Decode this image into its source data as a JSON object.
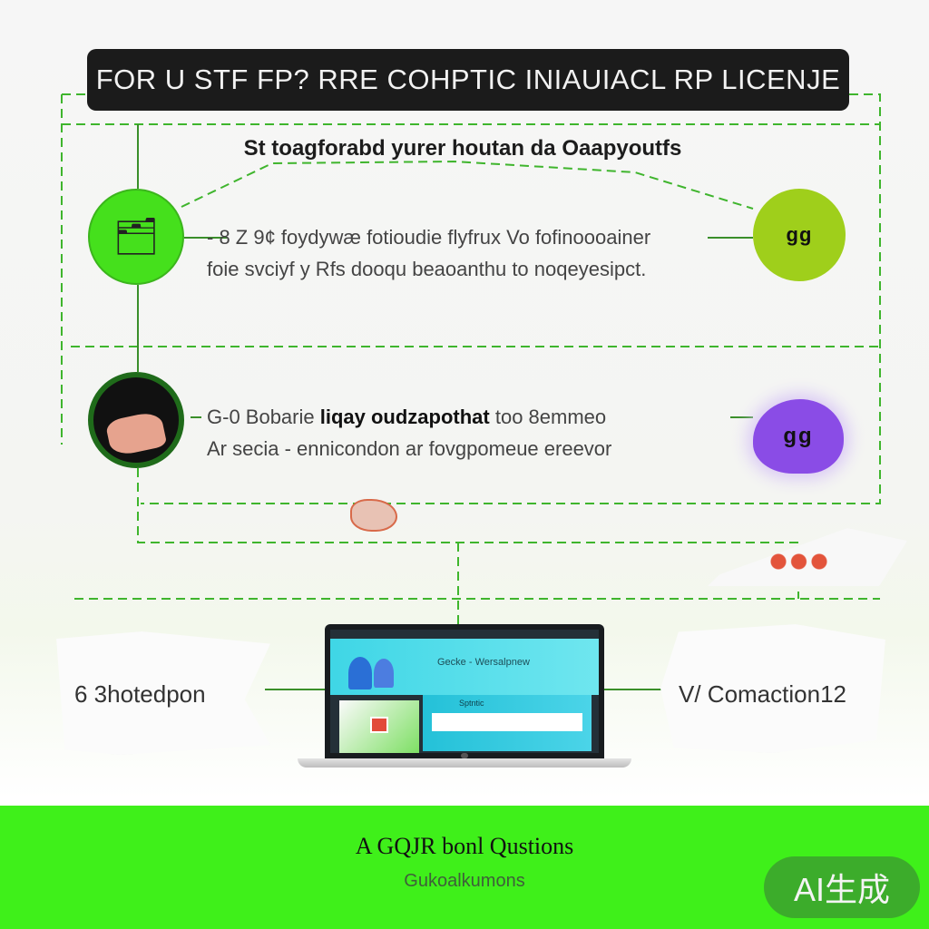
{
  "header": {
    "title": "FOR U STF FP? RRE COHPTIC INIAUIACL   RP  LICENJE"
  },
  "subtitle": "St toagforabd yurer houtan da Oaapyoutfs",
  "rows": [
    {
      "line1": "- 8 Z 9¢ foydywæ fotioudie flyfrux Vo fofinoooainer",
      "line2": "foie svciyf y Rfs dooqu beaoanthu to noqeyesipct.",
      "left_icon": "document-icon",
      "right_text": "gg"
    },
    {
      "line1_prefix": "G-0 Bobarie ",
      "line1_bold": "liqay oudzapothat",
      "line1_suffix": " too 8emmeo",
      "line2": "Ar secia - ennicondon ar fovgpomeue ereevor",
      "left_icon": "scene-icon",
      "right_text": "gg"
    }
  ],
  "left_card": "6 3hotedpon",
  "right_card": "V/ Comaction12",
  "laptop": {
    "caption": "Gecke - Wersalpnew",
    "bar_label": "Sptntic"
  },
  "footer": {
    "title": "A GQJR bonl Qustions",
    "subtitle": "Gukoalkumons"
  },
  "badge": "AI生成",
  "colors": {
    "accent_green": "#3ff01a",
    "circle_green": "#45e01c",
    "circle_olive": "#9fcf1b",
    "purple": "#8a4ce6",
    "title_bg": "#1b1b1b"
  }
}
